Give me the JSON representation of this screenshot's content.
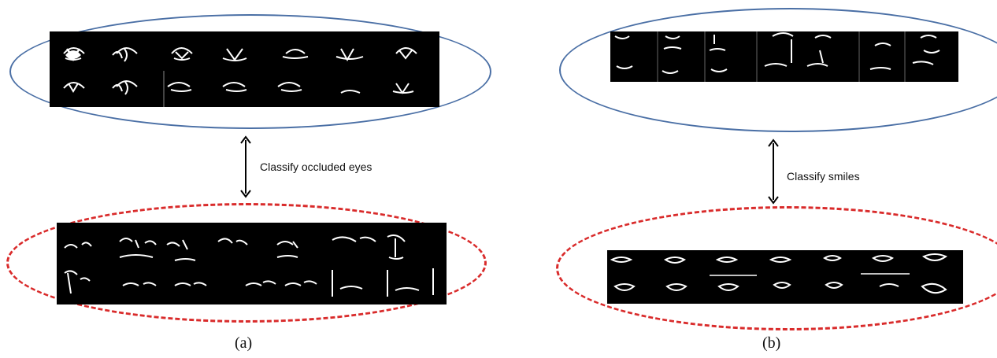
{
  "panels": {
    "a": {
      "caption": "(a)",
      "label": "Classify occluded eyes"
    },
    "b": {
      "caption": "(b)",
      "label": "Classify smiles"
    }
  },
  "colors": {
    "top_ellipse": "#4a6fa5",
    "bottom_ellipse": "#d92b2b",
    "strip_bg": "#000000",
    "marks": "#ffffff"
  },
  "icons": [
    "double-headed-arrow-icon"
  ]
}
